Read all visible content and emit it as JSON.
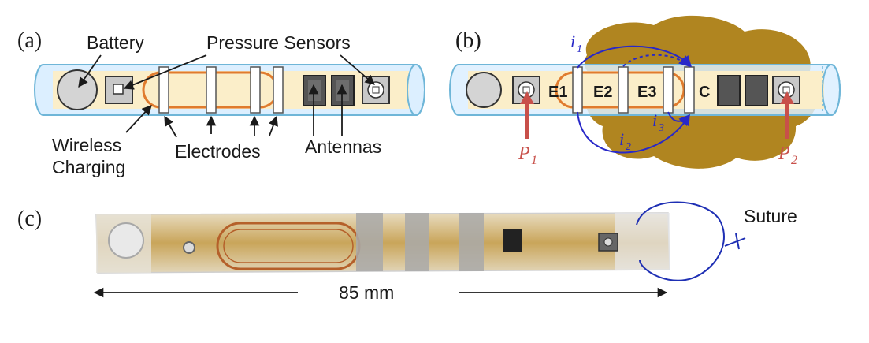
{
  "panels": {
    "a": "(a)",
    "b": "(b)",
    "c": "(c)"
  },
  "labels": {
    "battery": "Battery",
    "pressure_sensors": "Pressure Sensors",
    "wireless": "Wireless",
    "charging": "Charging",
    "electrodes": "Electrodes",
    "antennas": "Antennas",
    "suture": "Suture"
  },
  "electrode_labels": {
    "e1": "E1",
    "e2": "E2",
    "e3": "E3",
    "c": "C"
  },
  "currents": {
    "i1": {
      "main": "i",
      "sub": "1"
    },
    "i2": {
      "main": "i",
      "sub": "2"
    },
    "i3": {
      "main": "i",
      "sub": "3"
    }
  },
  "pressures": {
    "p1": {
      "main": "P",
      "sub": "1"
    },
    "p2": {
      "main": "P",
      "sub": "2"
    }
  },
  "scale": "85 mm",
  "colors": {
    "tube_outline": "#6fb6d8",
    "tube_fill": "#dcefff",
    "inner_fill": "#fbeec9",
    "coil": "#e07b2e",
    "tissue": "#b08520",
    "current": "#2828c8",
    "pressure": "#c8504a"
  }
}
